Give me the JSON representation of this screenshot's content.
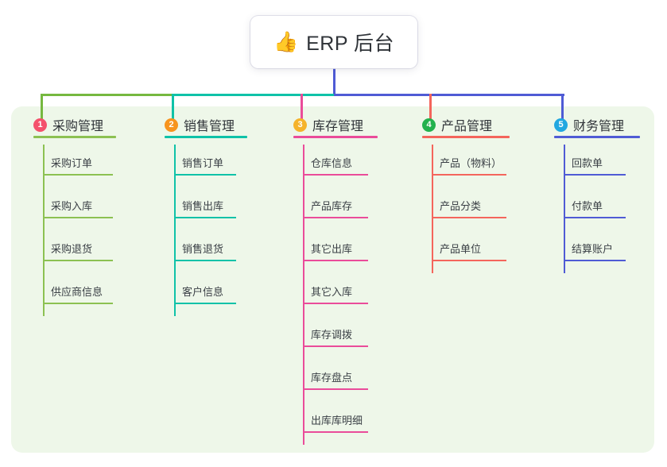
{
  "diagram": {
    "type": "mind-map",
    "background_color": "#ffffff",
    "panel_color": "#eef7e9",
    "root": {
      "icon": "thumbs-up-icon",
      "icon_glyph": "👍",
      "title": "ERP 后台",
      "card_color": "#ffffff",
      "stem_color": "#4f5bd5"
    },
    "trunk": {
      "segments": [
        {
          "name": "trunk-green",
          "color": "#76b83f"
        },
        {
          "name": "trunk-teal",
          "color": "#0fc2a8"
        },
        {
          "name": "trunk-indigo",
          "color": "#4f5bd5"
        }
      ]
    },
    "columns": [
      {
        "index": "1",
        "title": "采购管理",
        "badge_color": "#f4516c",
        "accent_color": "#8cc152",
        "drop_color": "#76b83f",
        "items": [
          "采购订单",
          "采购入库",
          "采购退货",
          "供应商信息"
        ]
      },
      {
        "index": "2",
        "title": "销售管理",
        "badge_color": "#f7941e",
        "accent_color": "#0fc2a8",
        "drop_color": "#0fc2a8",
        "items": [
          "销售订单",
          "销售出库",
          "销售退货",
          "客户信息"
        ]
      },
      {
        "index": "3",
        "title": "库存管理",
        "badge_color": "#f5b32b",
        "accent_color": "#ea4c9a",
        "drop_color": "#ea4c9a",
        "items": [
          "仓库信息",
          "产品库存",
          "其它出库",
          "其它入库",
          "库存调拨",
          "库存盘点",
          "出库库明细"
        ]
      },
      {
        "index": "4",
        "title": "产品管理",
        "badge_color": "#23b14d",
        "accent_color": "#f4655c",
        "drop_color": "#f4655c",
        "items": [
          "产品（物料）",
          "产品分类",
          "产品单位"
        ]
      },
      {
        "index": "5",
        "title": "财务管理",
        "badge_color": "#22a7e0",
        "accent_color": "#4f5bd5",
        "drop_color": "#4f5bd5",
        "items": [
          "回款单",
          "付款单",
          "结算账户"
        ]
      }
    ]
  }
}
